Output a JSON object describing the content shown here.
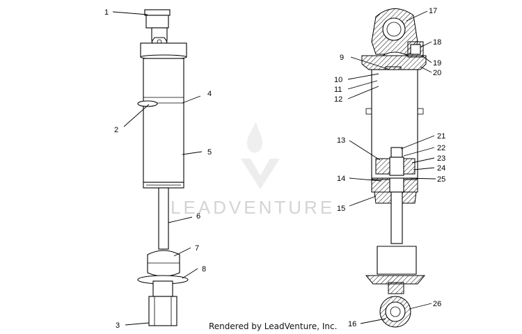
{
  "watermark": {
    "brand": "LEADVENTURE"
  },
  "credit": "Rendered by LeadVenture, Inc.",
  "callouts": {
    "c1": "1",
    "c2": "2",
    "c3": "3",
    "c4": "4",
    "c5": "5",
    "c6": "6",
    "c7": "7",
    "c8": "8",
    "c9": "9",
    "c10": "10",
    "c11": "11",
    "c12": "12",
    "c13": "13",
    "c14": "14",
    "c15": "15",
    "c16": "16",
    "c17": "17",
    "c18": "18",
    "c19": "19",
    "c20": "20",
    "c21": "21",
    "c22": "22",
    "c23": "23",
    "c24": "24",
    "c25": "25",
    "c26": "26"
  }
}
